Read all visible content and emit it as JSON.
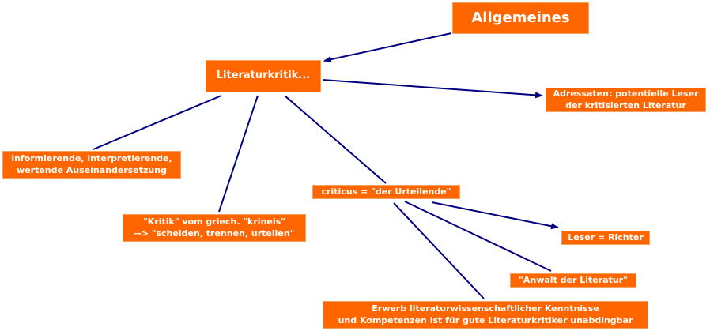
{
  "colors": {
    "node": "#ff6600",
    "line": "#000080",
    "text": "#ffffff"
  },
  "nodes": {
    "allgemeines": {
      "lines": [
        "Allgemeines"
      ]
    },
    "literaturkritik": {
      "lines": [
        "Literaturkritik..."
      ]
    },
    "adressaten": {
      "lines": [
        "Adressaten: potentielle Leser",
        "der kritisierten Literatur"
      ]
    },
    "informierende": {
      "lines": [
        "informierende, interpretierende,",
        "wertende Auseinandersetzung"
      ]
    },
    "kritik": {
      "lines": [
        "\"Kritik\" vom griech. \"krineis\"",
        "--> \"scheiden, trennen, urteilen\""
      ]
    },
    "criticus": {
      "lines": [
        "criticus = \"der Urteilende\""
      ]
    },
    "leser": {
      "lines": [
        "Leser = Richter"
      ]
    },
    "anwalt": {
      "lines": [
        "\"Anwalt der Literatur\""
      ]
    },
    "erwerb": {
      "lines": [
        "Erwerb literaturwissenschaftlicher Kenntnisse",
        "und Kompetenzen ist für gute Literaturkritiker unabdingbar"
      ]
    }
  }
}
